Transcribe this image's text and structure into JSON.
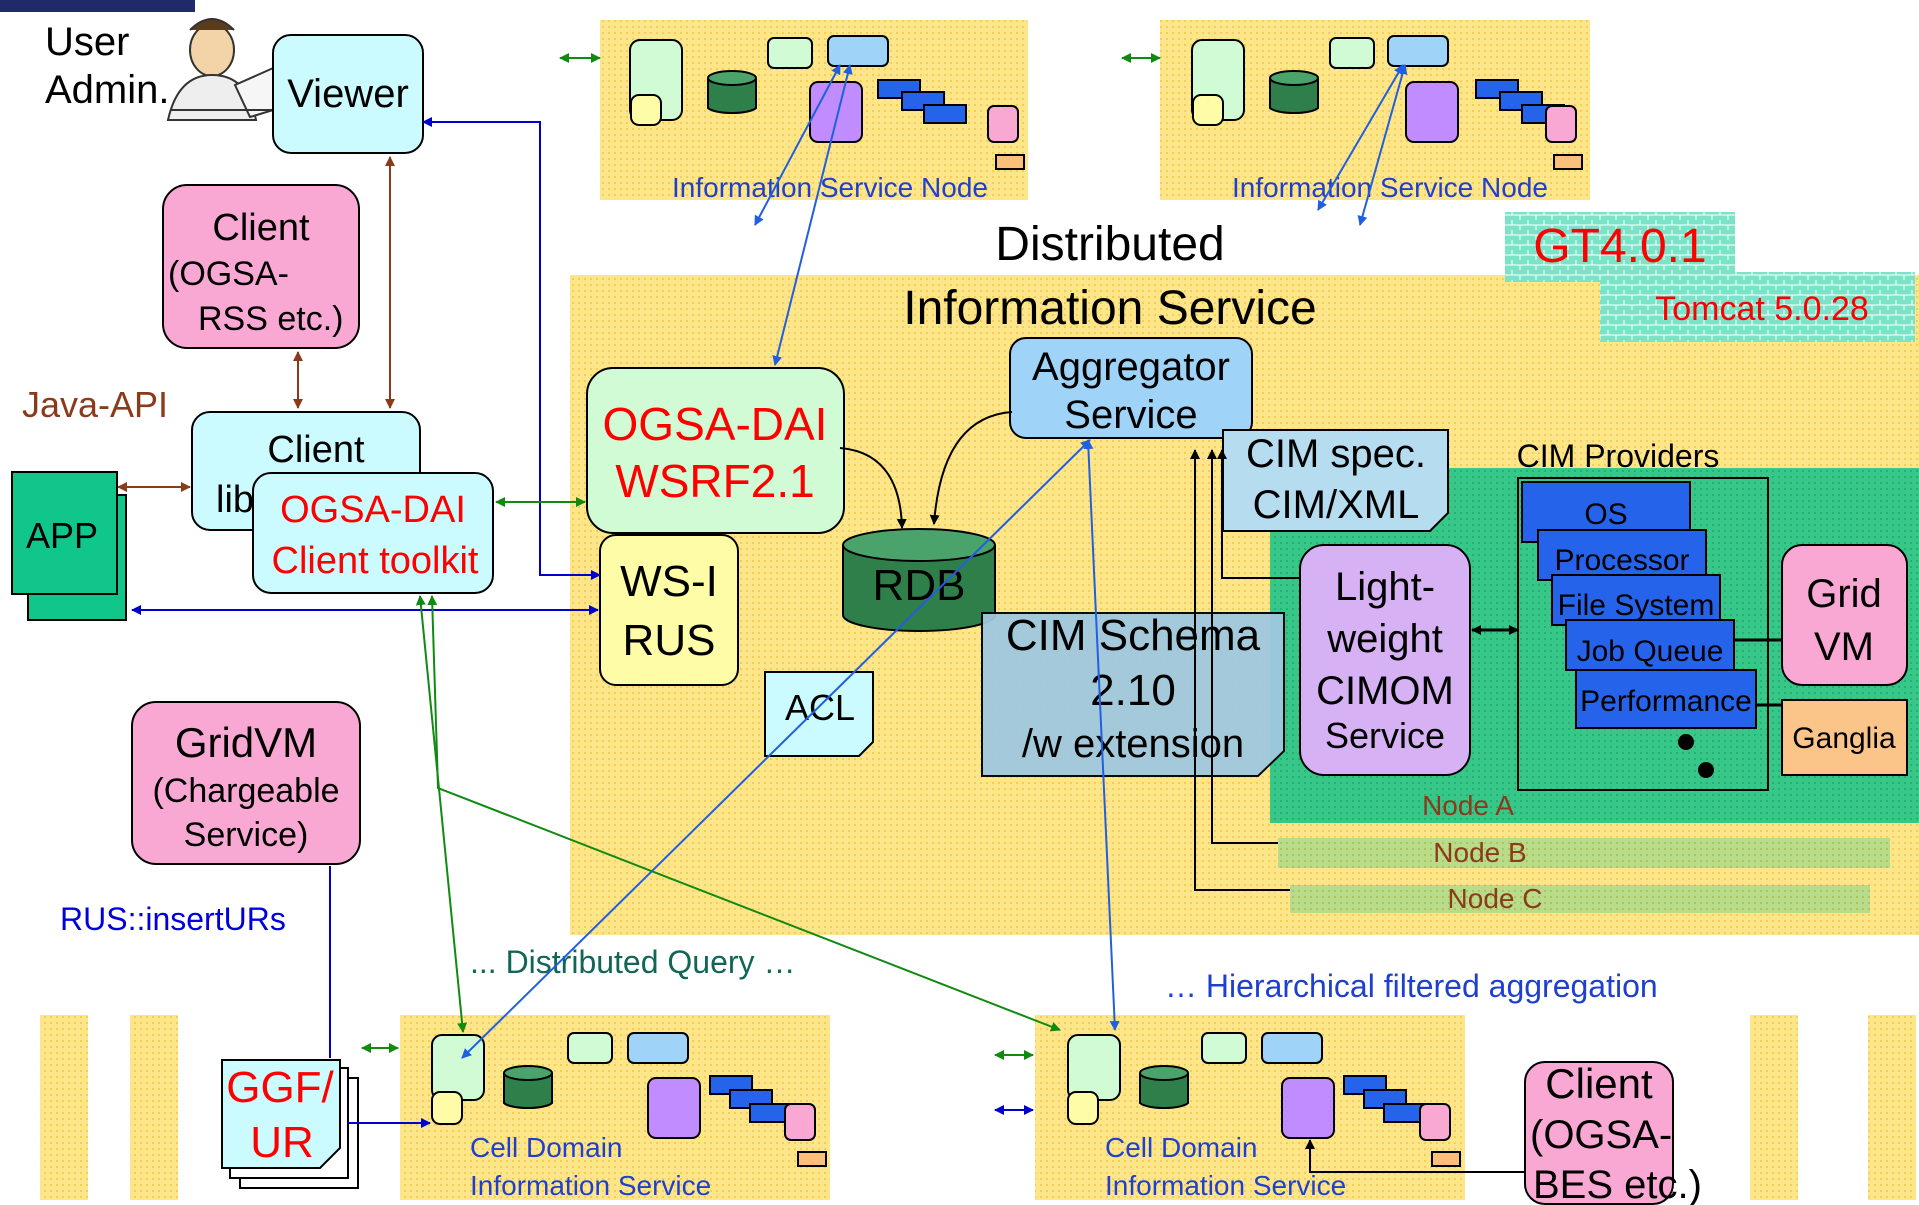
{
  "user": {
    "line1": "User",
    "line2": "Admin."
  },
  "viewer": "Viewer",
  "client_rss": {
    "l1": "Client",
    "l2": "(OGSA-",
    "l3": "RSS etc.)"
  },
  "java_api": "Java-API",
  "client_lib": {
    "l1": "Client",
    "l2": "lib"
  },
  "dai_toolkit": {
    "l1": "OGSA-DAI",
    "l2": "Client toolkit"
  },
  "app": "APP",
  "gridvm_left": {
    "l1": "GridVM",
    "l2": "(Chargeable",
    "l3": "Service)"
  },
  "rus_insert": "RUS::insertURs",
  "ggf_ur": {
    "l1": "GGF/",
    "l2": "UR"
  },
  "distributed_query": "... Distributed Query …",
  "hier_aggregation": "… Hierarchical filtered aggregation",
  "info_node_label": "Information Service Node",
  "dis_title": {
    "l1": "Distributed",
    "l2": "Information Service"
  },
  "gt_version": "GT4.0.1",
  "tomcat": "Tomcat 5.0.28",
  "ogsa_dai": {
    "l1": "OGSA-DAI",
    "l2": "WSRF2.1"
  },
  "wsi_rus": {
    "l1": "WS-I",
    "l2": "RUS"
  },
  "rdb": "RDB",
  "acl": "ACL",
  "aggregator": {
    "l1": "Aggregator",
    "l2": "Service"
  },
  "cim_spec": {
    "l1": "CIM spec.",
    "l2": "CIM/XML"
  },
  "cim_schema": {
    "l1": "CIM Schema",
    "l2": "2.10",
    "l3": "/w extension"
  },
  "cimom": {
    "l1": "Light-",
    "l2": "weight",
    "l3": "CIMOM",
    "l4": "Service"
  },
  "cim_providers": {
    "title": "CIM Providers",
    "items": [
      "OS",
      "Processor",
      "File System",
      "Job Queue",
      "Performance"
    ]
  },
  "gridvm_right": {
    "l1": "Grid",
    "l2": "VM"
  },
  "ganglia": "Ganglia",
  "nodes": [
    "Node A",
    "Node B",
    "Node C"
  ],
  "cell_label": {
    "l1": "Cell Domain",
    "l2": "Information Service"
  },
  "client_bes": {
    "l1": "Client",
    "l2": "(OGSA-",
    "l3": "BES etc.)"
  },
  "colors": {
    "yellow_bg": "#fde68a",
    "green_bg": "#34d399",
    "pink": "#f9a8d4",
    "light_cyan": "#ccfbff",
    "light_yellow": "#fffca8",
    "blue_box": "#2563eb",
    "light_blue": "#9fd3f7",
    "red_text": "#ff0000",
    "blue_text": "#1f3fd0"
  }
}
